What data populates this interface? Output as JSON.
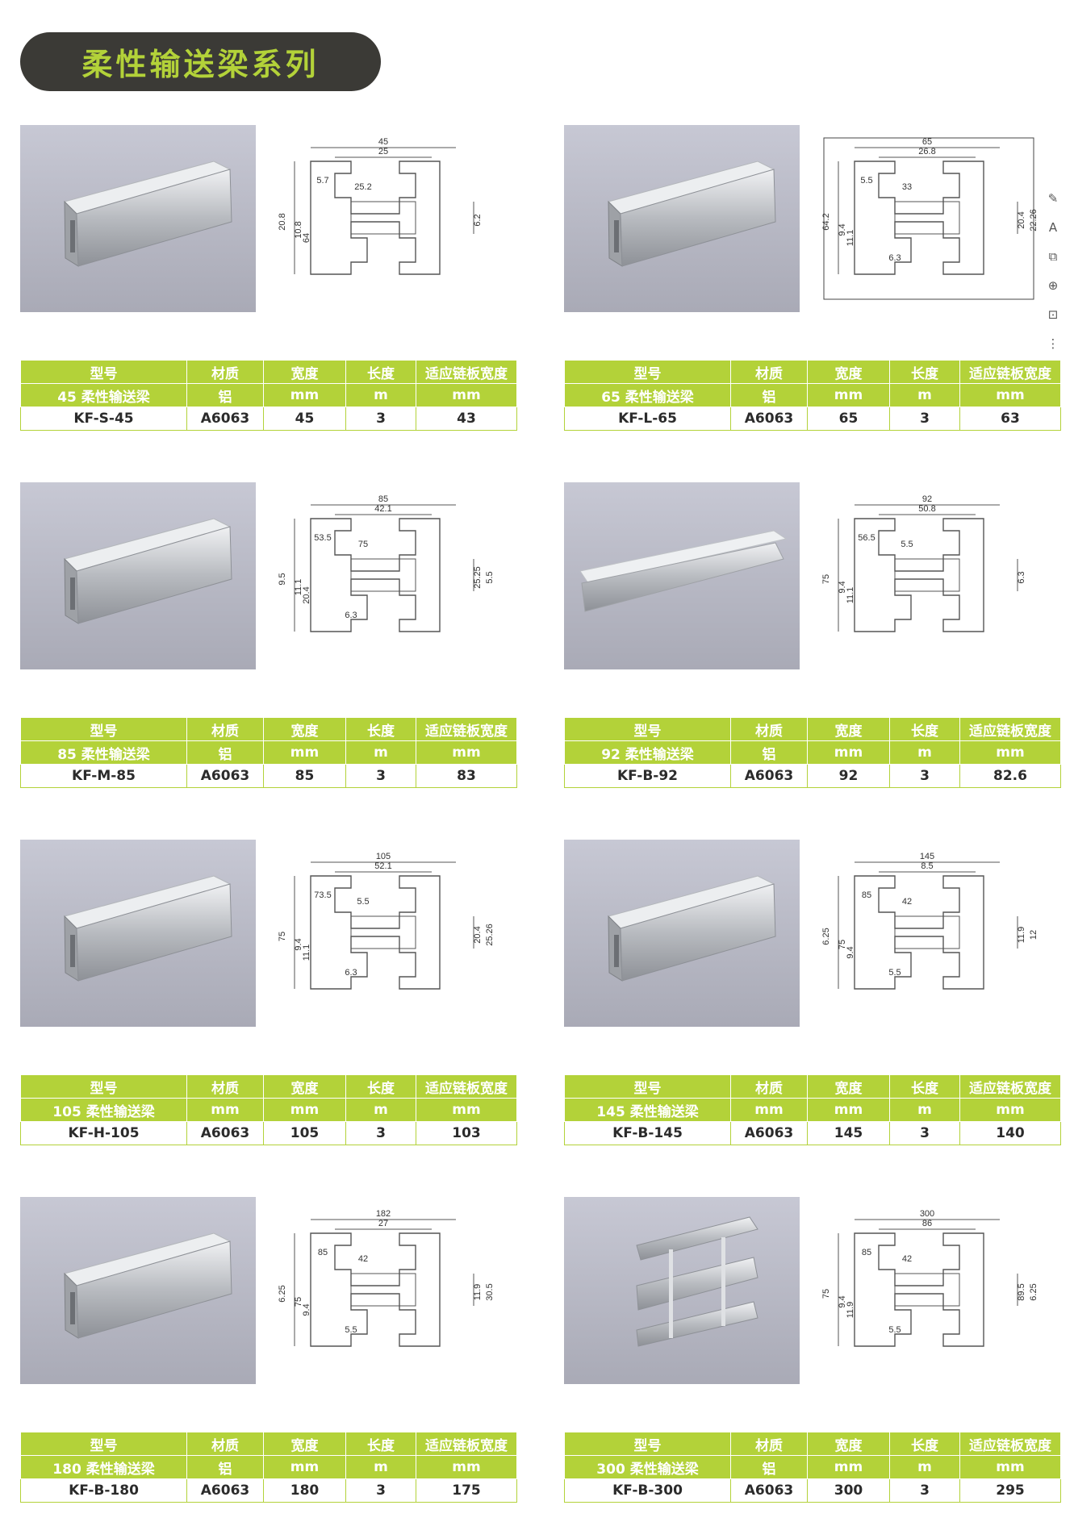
{
  "header": {
    "title": "柔性输送梁系列"
  },
  "table_headers": [
    "型号",
    "材质",
    "宽度",
    "长度",
    "适应链板宽度"
  ],
  "toolbar": [
    "edit-icon",
    "text-style-icon",
    "shapes-icon",
    "zoom-icon",
    "screenshot-icon",
    "more-icon"
  ],
  "toolbar_glyphs": [
    "✎",
    "A",
    "⧉",
    "⊕",
    "⊡",
    "⋮"
  ],
  "colors": {
    "accent": "#b3d239",
    "header_bg": "#3b3a36"
  },
  "products": [
    {
      "series": "45 柔性输送梁",
      "material_unit": "铝",
      "width_unit": "mm",
      "length_unit": "m",
      "chain_unit": "mm",
      "model": "KF-S-45",
      "material": "A6063",
      "width": "45",
      "length": "3",
      "chain_width": "43",
      "dims": [
        "45",
        "25",
        "5.7",
        "25.2",
        "20.8",
        "10.8",
        "64",
        "6.2"
      ]
    },
    {
      "series": "65 柔性输送梁",
      "material_unit": "铝",
      "width_unit": "mm",
      "length_unit": "m",
      "chain_unit": "mm",
      "model": "KF-L-65",
      "material": "A6063",
      "width": "65",
      "length": "3",
      "chain_width": "63",
      "dims": [
        "65",
        "26.8",
        "5.5",
        "33",
        "64.2",
        "9.4",
        "11.1",
        "20.4",
        "22.26",
        "6.3"
      ]
    },
    {
      "series": "85 柔性输送梁",
      "material_unit": "铝",
      "width_unit": "mm",
      "length_unit": "m",
      "chain_unit": "mm",
      "model": "KF-M-85",
      "material": "A6063",
      "width": "85",
      "length": "3",
      "chain_width": "83",
      "dims": [
        "85",
        "42.1",
        "53.5",
        "75",
        "9.5",
        "11.1",
        "20.4",
        "25.25",
        "5.5",
        "6.3"
      ]
    },
    {
      "series": "92 柔性输送梁",
      "material_unit": "铝",
      "width_unit": "mm",
      "length_unit": "m",
      "chain_unit": "mm",
      "model": "KF-B-92",
      "material": "A6063",
      "width": "92",
      "length": "3",
      "chain_width": "82.6",
      "dims": [
        "92",
        "50.8",
        "56.5",
        "5.5",
        "75",
        "9.4",
        "11.1",
        "6.3"
      ]
    },
    {
      "series": "105 柔性输送梁",
      "material_unit": "mm",
      "width_unit": "mm",
      "length_unit": "m",
      "chain_unit": "mm",
      "model": "KF-H-105",
      "material": "A6063",
      "width": "105",
      "length": "3",
      "chain_width": "103",
      "dims": [
        "105",
        "52.1",
        "73.5",
        "5.5",
        "75",
        "9.4",
        "11.1",
        "20.4",
        "25.26",
        "6.3"
      ]
    },
    {
      "series": "145 柔性输送梁",
      "material_unit": "mm",
      "width_unit": "mm",
      "length_unit": "m",
      "chain_unit": "mm",
      "model": "KF-B-145",
      "material": "A6063",
      "width": "145",
      "length": "3",
      "chain_width": "140",
      "dims": [
        "145",
        "8.5",
        "85",
        "42",
        "6.25",
        "75",
        "9.4",
        "11.9",
        "12",
        "5.5"
      ]
    },
    {
      "series": "180 柔性输送梁",
      "material_unit": "铝",
      "width_unit": "mm",
      "length_unit": "m",
      "chain_unit": "mm",
      "model": "KF-B-180",
      "material": "A6063",
      "width": "180",
      "length": "3",
      "chain_width": "175",
      "dims": [
        "182",
        "27",
        "85",
        "42",
        "6.25",
        "75",
        "9.4",
        "11.9",
        "30.5",
        "5.5"
      ]
    },
    {
      "series": "300 柔性输送梁",
      "material_unit": "铝",
      "width_unit": "mm",
      "length_unit": "m",
      "chain_unit": "mm",
      "model": "KF-B-300",
      "material": "A6063",
      "width": "300",
      "length": "3",
      "chain_width": "295",
      "dims": [
        "300",
        "86",
        "85",
        "42",
        "75",
        "9.4",
        "11.9",
        "89.5",
        "6.25",
        "5.5"
      ]
    }
  ]
}
